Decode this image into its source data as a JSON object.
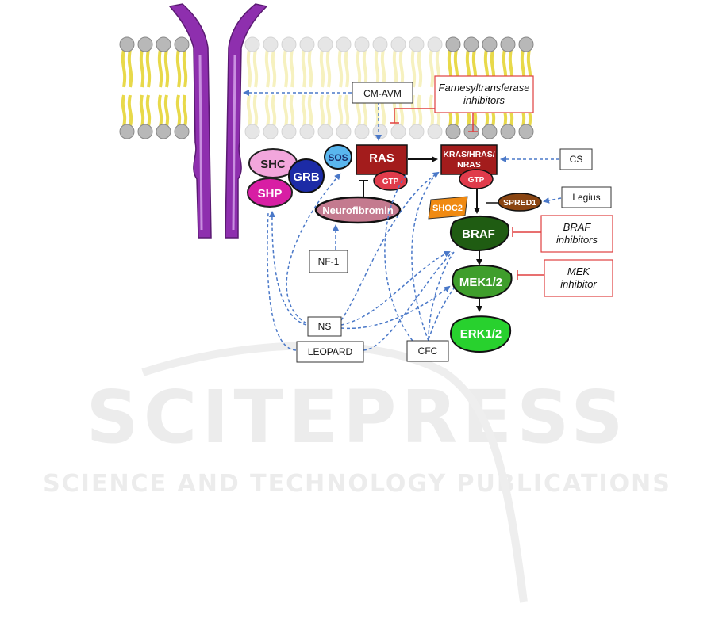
{
  "watermark": {
    "title": "SCITEPRESS",
    "subtitle": "SCIENCE AND TECHNOLOGY PUBLICATIONS"
  },
  "colors": {
    "receptor": "#8e2fae",
    "receptor_light": "#c98fe0",
    "lipid_head": "#b8b8b8",
    "lipid_tail": "#e8d94a",
    "ras_box": "#a31c1c",
    "gtp": "#e03b4b",
    "shc": "#f2a6dc",
    "shp": "#d81ea4",
    "grb": "#1c2ba6",
    "sos": "#59b6ee",
    "neurofibromin": "#c47a8f",
    "shoc2": "#f08a12",
    "spred1": "#8a4512",
    "braf": "#1f5c12",
    "mek": "#3f9e2c",
    "erk": "#28d12e",
    "dashed_arrow": "#4a78c8",
    "inhibitor_line": "#e04040"
  },
  "nodes": {
    "shc": "SHC",
    "shp": "SHP",
    "grb": "GRB",
    "sos": "SOS",
    "ras": "RAS",
    "gtp_ras": "GTP",
    "kras": "KRAS/HRAS/\nNRAS",
    "gtp_kras": "GTP",
    "neurofibromin": "Neurofibromin",
    "shoc2": "SHOC2",
    "spred1": "SPRED1",
    "braf": "BRAF",
    "mek": "MEK1/2",
    "erk": "ERK1/2"
  },
  "syndromes": {
    "cm_avm": "CM-AVM",
    "cs": "CS",
    "legius": "Legius",
    "nf1": "NF-1",
    "ns": "NS",
    "leopard": "LEOPARD",
    "cfc": "CFC"
  },
  "inhibitors": {
    "farnesyl": "Farnesyltransferase\ninhibitors",
    "braf": "BRAF\ninhibitors",
    "mek": "MEK\ninhibitor"
  }
}
